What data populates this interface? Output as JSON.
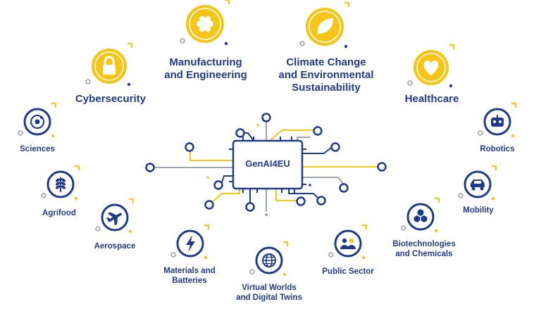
{
  "center": {
    "label": "GenAI4EU"
  },
  "colors": {
    "navy": "#1f3a8a",
    "yellow": "#f5c518",
    "grey": "#9aa3b5",
    "white": "#ffffff"
  },
  "domains": [
    {
      "key": "manufacturing",
      "label_lines": [
        "Manufacturing",
        "and Engineering"
      ],
      "icon": "gear-icon",
      "style": "yellow-large"
    },
    {
      "key": "climate",
      "label_lines": [
        "Climate Change",
        "and Environmental",
        "Sustainability"
      ],
      "icon": "leaf-icon",
      "style": "yellow-large"
    },
    {
      "key": "cybersecurity",
      "label_lines": [
        "Cybersecurity"
      ],
      "icon": "lock-icon",
      "style": "yellow-large"
    },
    {
      "key": "healthcare",
      "label_lines": [
        "Healthcare"
      ],
      "icon": "heart-plus-icon",
      "style": "yellow-large"
    },
    {
      "key": "sciences",
      "label_lines": [
        "Sciences"
      ],
      "icon": "atom-icon",
      "style": "navy"
    },
    {
      "key": "robotics",
      "label_lines": [
        "Robotics"
      ],
      "icon": "robot-icon",
      "style": "navy"
    },
    {
      "key": "agrifood",
      "label_lines": [
        "Agrifood"
      ],
      "icon": "wheat-icon",
      "style": "navy"
    },
    {
      "key": "mobility",
      "label_lines": [
        "Mobility"
      ],
      "icon": "car-icon",
      "style": "navy"
    },
    {
      "key": "aerospace",
      "label_lines": [
        "Aerospace"
      ],
      "icon": "airplane-icon",
      "style": "navy"
    },
    {
      "key": "biotech",
      "label_lines": [
        "Biotechnologies",
        "and Chemicals"
      ],
      "icon": "molecule-icon",
      "style": "navy"
    },
    {
      "key": "materials",
      "label_lines": [
        "Materials and",
        "Batteries"
      ],
      "icon": "lightning-icon",
      "style": "navy"
    },
    {
      "key": "public",
      "label_lines": [
        "Public Sector"
      ],
      "icon": "people-icon",
      "style": "navy"
    },
    {
      "key": "virtual",
      "label_lines": [
        "Virtual Worlds",
        "and Digital Twins"
      ],
      "icon": "globe-icon",
      "style": "navy"
    }
  ]
}
